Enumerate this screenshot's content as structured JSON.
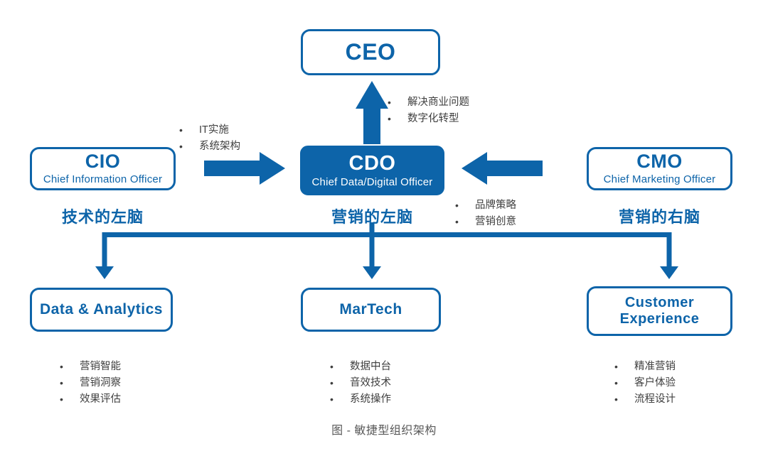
{
  "colors": {
    "accent": "#0d64a9",
    "bullet_text": "#3f3f3f",
    "caption_text": "#595959",
    "background": "#ffffff"
  },
  "nodes": {
    "ceo": {
      "title": "CEO"
    },
    "cio": {
      "title": "CIO",
      "subtitle": "Chief Information Officer",
      "brain_label": "技术的左脑"
    },
    "cdo": {
      "title": "CDO",
      "subtitle": "Chief Data/Digital Officer",
      "brain_label": "营销的左脑"
    },
    "cmo": {
      "title": "CMO",
      "subtitle": "Chief Marketing Officer",
      "brain_label": "营销的右脑"
    },
    "data_analytics": {
      "title": "Data & Analytics"
    },
    "martech": {
      "title": "MarTech"
    },
    "customer_experience": {
      "title": "Customer Experience"
    }
  },
  "bullet_lists": {
    "cdo_to_ceo": [
      "解决商业问题",
      "数字化转型"
    ],
    "cio_to_cdo": [
      "IT实施",
      "系统架构"
    ],
    "cmo_to_cdo": [
      "品牌策略",
      "营销创意"
    ],
    "data_analytics": [
      "营销智能",
      "营销洞察",
      "效果评估"
    ],
    "martech": [
      "数据中台",
      "音效技术",
      "系统操作"
    ],
    "customer_experience": [
      "精准营销",
      "客户体验",
      "流程设计"
    ]
  },
  "caption": "图 - 敏捷型组织架构"
}
